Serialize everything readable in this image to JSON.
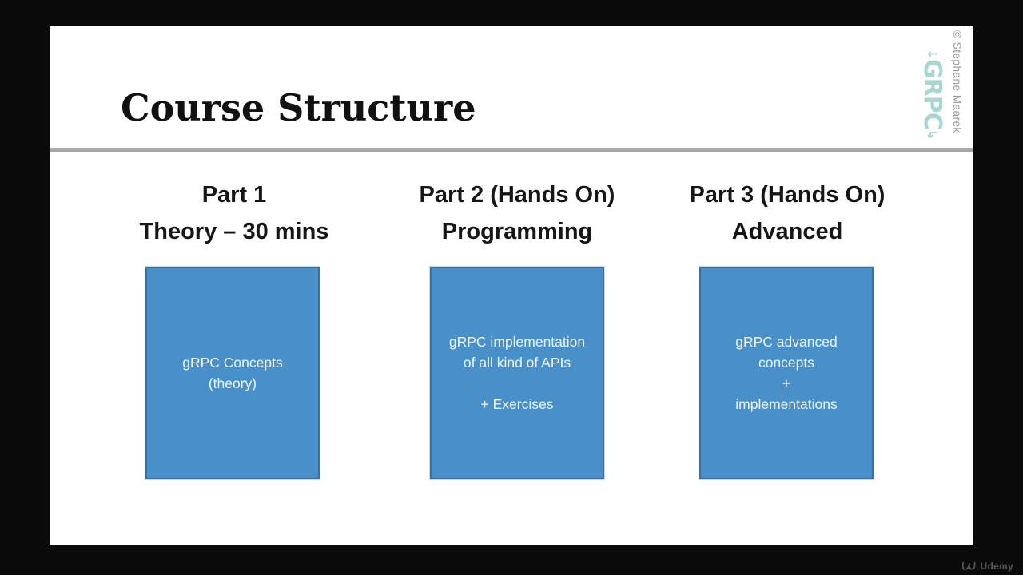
{
  "slide": {
    "title": "Course Structure",
    "watermark": "© Stephane Maarek",
    "grpc_logo": {
      "arrow_top": "↓",
      "text": "GRPC",
      "arrow_bottom": "↳"
    },
    "columns": [
      {
        "header_line1": "Part 1",
        "header_line2": "Theory – 30 mins",
        "box_text": "gRPC Concepts\n(theory)"
      },
      {
        "header_line1": "Part 2 (Hands On)",
        "header_line2": "Programming",
        "box_text": "gRPC implementation\nof all kind of APIs\n\n+ Exercises"
      },
      {
        "header_line1": "Part 3 (Hands On)",
        "header_line2": "Advanced",
        "box_text": "gRPC advanced\nconcepts\n+\nimplementations"
      }
    ],
    "colors": {
      "background": "#0a0a0a",
      "slide_background": "#ffffff",
      "box_fill": "#4a90c8",
      "box_border": "#3c719f",
      "box_text": "#eef4f9",
      "divider": "#a6a6a6",
      "grpc_teal": "#a9d6d0",
      "watermark_gray": "#9a9a9a",
      "udemy_gray": "#585858"
    }
  },
  "footer": {
    "brand": "Udemy"
  }
}
